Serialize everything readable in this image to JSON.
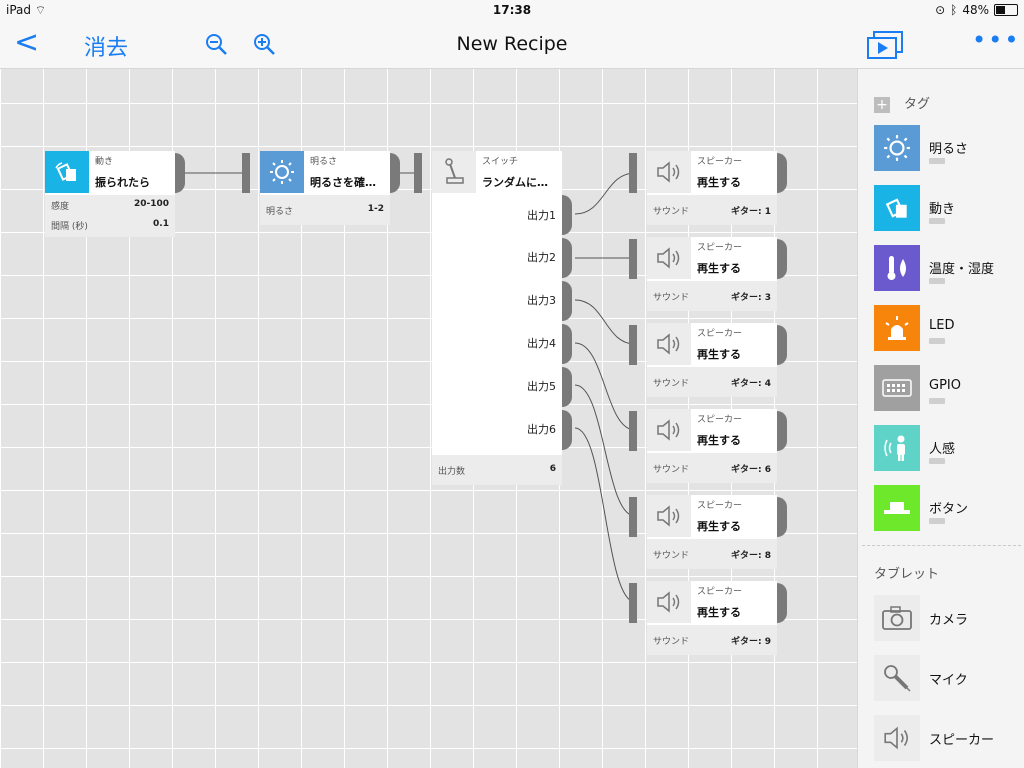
{
  "status": {
    "carrier": "iPad",
    "time": "17:38",
    "battery": "48%",
    "battery_level": 0.48
  },
  "nav": {
    "back": "<",
    "clear": "消去",
    "title": "New Recipe",
    "more": "•••"
  },
  "blocks": {
    "motion": {
      "category": "動き",
      "name": "振られたら",
      "props": [
        {
          "label": "感度",
          "value": "20-100"
        },
        {
          "label": "間隔 (秒)",
          "value": "0.1"
        }
      ]
    },
    "brightness": {
      "category": "明るさ",
      "name": "明るさを確…",
      "props": [
        {
          "label": "明るさ",
          "value": "1-2"
        }
      ]
    },
    "switch": {
      "category": "スイッチ",
      "name": "ランダムに…",
      "outputs": [
        "出力1",
        "出力2",
        "出力3",
        "出力4",
        "出力5",
        "出力6"
      ],
      "props": [
        {
          "label": "出力数",
          "value": "6"
        }
      ]
    },
    "speakers": [
      {
        "category": "スピーカー",
        "name": "再生する",
        "prop_label": "サウンド",
        "prop_value": "ギター: 1"
      },
      {
        "category": "スピーカー",
        "name": "再生する",
        "prop_label": "サウンド",
        "prop_value": "ギター: 3"
      },
      {
        "category": "スピーカー",
        "name": "再生する",
        "prop_label": "サウンド",
        "prop_value": "ギター: 4"
      },
      {
        "category": "スピーカー",
        "name": "再生する",
        "prop_label": "サウンド",
        "prop_value": "ギター: 6"
      },
      {
        "category": "スピーカー",
        "name": "再生する",
        "prop_label": "サウンド",
        "prop_value": "ギター: 8"
      },
      {
        "category": "スピーカー",
        "name": "再生する",
        "prop_label": "サウンド",
        "prop_value": "ギター: 9"
      }
    ]
  },
  "sidebar": {
    "tags_header": "タグ",
    "tags": [
      {
        "label": "明るさ",
        "color": "#5b9bd5",
        "icon": "sun-icon"
      },
      {
        "label": "動き",
        "color": "#1ab3e6",
        "icon": "shake-icon"
      },
      {
        "label": "温度・湿度",
        "color": "#6a5acd",
        "icon": "thermometer-icon"
      },
      {
        "label": "LED",
        "color": "#f7850c",
        "icon": "alarm-light-icon"
      },
      {
        "label": "GPIO",
        "color": "#a0a0a0",
        "icon": "gpio-icon"
      },
      {
        "label": "人感",
        "color": "#5fd3c7",
        "icon": "person-sensor-icon"
      },
      {
        "label": "ボタン",
        "color": "#6ee82b",
        "icon": "button-icon"
      }
    ],
    "tablet_header": "タブレット",
    "tablet": [
      {
        "label": "カメラ",
        "icon": "camera-icon"
      },
      {
        "label": "マイク",
        "icon": "microphone-icon"
      },
      {
        "label": "スピーカー",
        "icon": "speaker-icon"
      }
    ]
  },
  "colors": {
    "accent": "#1a7ef2",
    "motion": "#1ab3e6",
    "brightness": "#5b9bd5"
  }
}
